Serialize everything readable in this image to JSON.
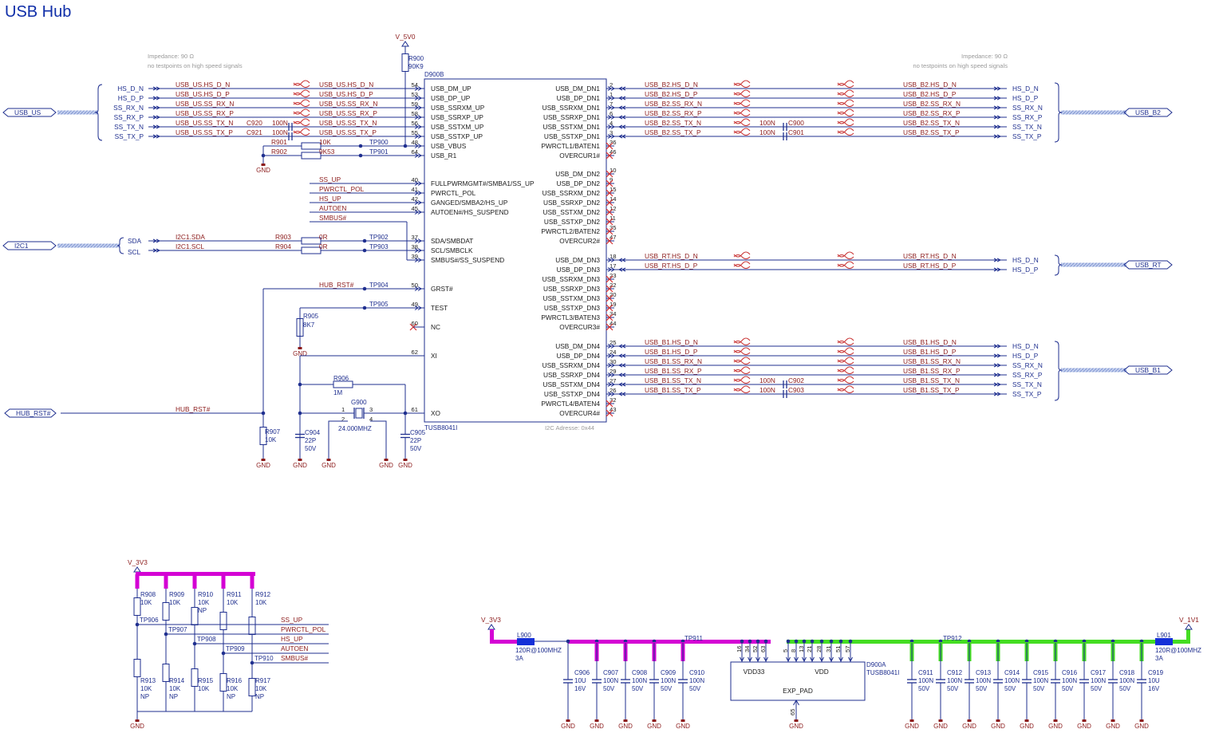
{
  "title": "USB Hub",
  "ic": {
    "refB": "D900B",
    "partB": "TUSB8041I",
    "i2c_addr": "I2C Adresse: 0x44",
    "refA": "D900A",
    "partA": "TUSB8041I",
    "pwr_vdd33": "VDD33",
    "pwr_vdd": "VDD",
    "pwr_exp": "EXP_PAD"
  },
  "notes": {
    "left_impedance": "Impedance: 90 Ω",
    "left_testpoints": "no testpoints on high speed signals",
    "right_impedance": "Impedance: 90 Ω",
    "right_testpoints": "no testpoints on high speed signals"
  },
  "rails": {
    "v5": "V_5V0",
    "v3_left": "V_3V3",
    "v3_bottom": "V_3V3",
    "v1": "V_1V1",
    "gnd": "GND"
  },
  "left_pins": [
    {
      "num": "54",
      "name": "USB_DM_UP"
    },
    {
      "num": "53",
      "name": "USB_DP_UP"
    },
    {
      "num": "59",
      "name": "USB_SSRXM_UP"
    },
    {
      "num": "58",
      "name": "USB_SSRXP_UP"
    },
    {
      "num": "56",
      "name": "USB_SSTXM_UP"
    },
    {
      "num": "55",
      "name": "USB_SSTXP_UP"
    },
    {
      "num": "48",
      "name": "USB_VBUS"
    },
    {
      "num": "64",
      "name": "USB_R1"
    },
    {
      "num": "40",
      "name": "FULLPWRMGMT#/SMBA1/SS_UP"
    },
    {
      "num": "41",
      "name": "PWRCTL_POL"
    },
    {
      "num": "42",
      "name": "GANGED/SMBA2/HS_UP"
    },
    {
      "num": "45",
      "name": "AUTOEN#/HS_SUSPEND"
    },
    {
      "num": "37",
      "name": "SDA/SMBDAT"
    },
    {
      "num": "38",
      "name": "SCL/SMBCLK"
    },
    {
      "num": "39",
      "name": "SMBUS#/SS_SUSPEND"
    },
    {
      "num": "50",
      "name": "GRST#"
    },
    {
      "num": "49",
      "name": "TEST"
    },
    {
      "num": "60",
      "name": "NC"
    },
    {
      "num": "62",
      "name": "XI"
    },
    {
      "num": "61",
      "name": "XO"
    }
  ],
  "right_pins": [
    {
      "num": "2",
      "name": "USB_DM_DN1"
    },
    {
      "num": "1",
      "name": "USB_DP_DN1"
    },
    {
      "num": "7",
      "name": "USB_SSRXM_DN1"
    },
    {
      "num": "6",
      "name": "USB_SSRXP_DN1"
    },
    {
      "num": "4",
      "name": "USB_SSTXM_DN1"
    },
    {
      "num": "3",
      "name": "USB_SSTXP_DN1"
    },
    {
      "num": "36",
      "name": "PWRCTL1/BATEN1"
    },
    {
      "num": "46",
      "name": "OVERCUR1#"
    },
    {
      "num": "10",
      "name": "USB_DM_DN2"
    },
    {
      "num": "9",
      "name": "USB_DP_DN2"
    },
    {
      "num": "15",
      "name": "USB_SSRXM_DN2"
    },
    {
      "num": "14",
      "name": "USB_SSRXP_DN2"
    },
    {
      "num": "12",
      "name": "USB_SSTXM_DN2"
    },
    {
      "num": "11",
      "name": "USB_SSTXP_DN2"
    },
    {
      "num": "35",
      "name": "PWRCTL2/BATEN2"
    },
    {
      "num": "47",
      "name": "OVERCUR2#"
    },
    {
      "num": "18",
      "name": "USB_DM_DN3"
    },
    {
      "num": "17",
      "name": "USB_DP_DN3"
    },
    {
      "num": "23",
      "name": "USB_SSRXM_DN3"
    },
    {
      "num": "22",
      "name": "USB_SSRXP_DN3"
    },
    {
      "num": "20",
      "name": "USB_SSTXM_DN3"
    },
    {
      "num": "19",
      "name": "USB_SSTXP_DN3"
    },
    {
      "num": "34",
      "name": "PWRCTL3/BATEN3"
    },
    {
      "num": "44",
      "name": "OVERCUR3#"
    },
    {
      "num": "25",
      "name": "USB_DM_DN4"
    },
    {
      "num": "24",
      "name": "USB_DP_DN4"
    },
    {
      "num": "30",
      "name": "USB_SSRXM_DN4"
    },
    {
      "num": "29",
      "name": "USB_SSRXP_DN4"
    },
    {
      "num": "27",
      "name": "USB_SSTXM_DN4"
    },
    {
      "num": "26",
      "name": "USB_SSTXP_DN4"
    },
    {
      "num": "32",
      "name": "PWRCTL4/BATEN4"
    },
    {
      "num": "43",
      "name": "OVERCUR4#"
    }
  ],
  "us_bus": {
    "label": "USB_US",
    "lines": [
      {
        "conn": "HS_D_N",
        "net": "USB_US.HS_D_N",
        "net2": "USB_US.HS_D_N"
      },
      {
        "conn": "HS_D_P",
        "net": "USB_US.HS_D_P",
        "net2": "USB_US.HS_D_P"
      },
      {
        "conn": "SS_RX_N",
        "net": "USB_US.SS_RX_N",
        "net2": "USB_US.SS_RX_N"
      },
      {
        "conn": "SS_RX_P",
        "net": "USB_US.SS_RX_P",
        "net2": "USB_US.SS_RX_P"
      },
      {
        "conn": "SS_TX_N",
        "net": "USB_US.SS_TX_N",
        "net2": "USB_US.SS_TX_N"
      },
      {
        "conn": "SS_TX_P",
        "net": "USB_US.SS_TX_P",
        "net2": "USB_US.SS_TX_P"
      }
    ]
  },
  "b2_bus": {
    "label": "USB_B2",
    "lines": [
      {
        "conn": "HS_D_N",
        "net": "USB_B2.HS_D_N",
        "net2": "USB_B2.HS_D_N"
      },
      {
        "conn": "HS_D_P",
        "net": "USB_B2.HS_D_P",
        "net2": "USB_B2.HS_D_P"
      },
      {
        "conn": "SS_RX_N",
        "net": "USB_B2.SS_RX_N",
        "net2": "USB_B2.SS_RX_N"
      },
      {
        "conn": "SS_RX_P",
        "net": "USB_B2.SS_RX_P",
        "net2": "USB_B2.SS_RX_P"
      },
      {
        "conn": "SS_TX_N",
        "net": "USB_B2.SS_TX_N",
        "net2": "USB_B2.SS_TX_N"
      },
      {
        "conn": "SS_TX_P",
        "net": "USB_B2.SS_TX_P",
        "net2": "USB_B2.SS_TX_P"
      }
    ]
  },
  "rt_bus": {
    "label": "USB_RT",
    "lines": [
      {
        "conn": "HS_D_N",
        "net": "USB_RT.HS_D_N",
        "net2": "USB_RT.HS_D_N"
      },
      {
        "conn": "HS_D_P",
        "net": "USB_RT.HS_D_P",
        "net2": "USB_RT.HS_D_P"
      }
    ]
  },
  "b1_bus": {
    "label": "USB_B1",
    "lines": [
      {
        "conn": "HS_D_N",
        "net": "USB_B1.HS_D_N",
        "net2": "USB_B1.HS_D_N"
      },
      {
        "conn": "HS_D_P",
        "net": "USB_B1.HS_D_P",
        "net2": "USB_B1.HS_D_P"
      },
      {
        "conn": "SS_RX_N",
        "net": "USB_B1.SS_RX_N",
        "net2": "USB_B1.SS_RX_N"
      },
      {
        "conn": "SS_RX_P",
        "net": "USB_B1.SS_RX_P",
        "net2": "USB_B1.SS_RX_P"
      },
      {
        "conn": "SS_TX_N",
        "net": "USB_B1.SS_TX_N",
        "net2": "USB_B1.SS_TX_N"
      },
      {
        "conn": "SS_TX_P",
        "net": "USB_B1.SS_TX_P",
        "net2": "USB_B1.SS_TX_P"
      }
    ]
  },
  "i2c": {
    "label": "I2C1",
    "sda": "SDA",
    "scl": "SCL",
    "sda_net": "I2C1.SDA",
    "scl_net": "I2C1.SCL",
    "r_sda": "R903",
    "r_sda_val": "0R",
    "r_scl": "R904",
    "r_scl_val": "0R",
    "tp_sda": "TP902",
    "tp_scl": "TP903"
  },
  "strap_nets": {
    "ss_up": "SS_UP",
    "pwrctl_pol": "PWRCTL_POL",
    "hs_up": "HS_UP",
    "autoen": "AUTOEN",
    "smbus": "SMBUS#"
  },
  "hub_rst": {
    "port": "HUB_RST#",
    "net": "HUB_RST#",
    "net2": "HUB_RST#",
    "tp": "TP904",
    "r": "R907",
    "rv": "10K"
  },
  "parts": {
    "r900": "R900",
    "r900v": "90K9",
    "r901": "R901",
    "r901v": "10K",
    "r902": "R902",
    "r902v": "9K53",
    "tp900": "TP900",
    "tp901": "TP901",
    "c920": "C920",
    "c921": "C921",
    "c92v1": "100N",
    "c92v2": "100N",
    "c900": "C900",
    "c901": "C901",
    "c900v": "100N",
    "c901v": "100N",
    "c902": "C902",
    "c903": "C903",
    "c902v": "100N",
    "c903v": "100N",
    "tp905": "TP905",
    "r905": "R905",
    "r905v": "8K7",
    "r906": "R906",
    "r906v": "1M",
    "g900": "G900",
    "g900v": "24.000MHZ",
    "g900p1": "1",
    "g900p2": "2",
    "g900p3": "3",
    "g900p4": "4",
    "c904": "C904",
    "c904v1": "22P",
    "c904v2": "50V",
    "c905": "C905",
    "c905v1": "22P",
    "c905v2": "50V"
  },
  "strap_bank": {
    "pullups": [
      {
        "ref": "R908",
        "val": "10K",
        "np": ""
      },
      {
        "ref": "R909",
        "val": "10K",
        "np": ""
      },
      {
        "ref": "R910",
        "val": "10K",
        "np": "NP"
      },
      {
        "ref": "R911",
        "val": "10K",
        "np": ""
      },
      {
        "ref": "R912",
        "val": "10K",
        "np": ""
      }
    ],
    "pulldowns": [
      {
        "ref": "R913",
        "val": "10K",
        "np": "NP"
      },
      {
        "ref": "R914",
        "val": "10K",
        "np": "NP"
      },
      {
        "ref": "R915",
        "val": "10K",
        "np": ""
      },
      {
        "ref": "R916",
        "val": "10K",
        "np": "NP"
      },
      {
        "ref": "R917",
        "val": "10K",
        "np": "NP"
      }
    ],
    "tps": [
      "TP906",
      "TP907",
      "TP908",
      "TP909",
      "TP910"
    ],
    "nets": [
      "SS_UP",
      "PWRCTL_POL",
      "HS_UP",
      "AUTOEN",
      "SMBUS#"
    ]
  },
  "power": {
    "l900": "L900",
    "l900v": "120R@100MHZ",
    "l900a": "3A",
    "l901": "L901",
    "l901v": "120R@100MHZ",
    "l901a": "3A",
    "tp911": "TP911",
    "tp912": "TP912",
    "vdd33_pins": [
      "16",
      "34",
      "52",
      "63"
    ],
    "vdd_pins": [
      "5",
      "8",
      "13",
      "21",
      "28",
      "31",
      "51",
      "57"
    ],
    "exp_pin": "65",
    "caps_left": [
      {
        "ref": "C906",
        "v1": "10U",
        "v2": "16V"
      },
      {
        "ref": "C907",
        "v1": "100N",
        "v2": "50V"
      },
      {
        "ref": "C908",
        "v1": "100N",
        "v2": "50V"
      },
      {
        "ref": "C909",
        "v1": "100N",
        "v2": "50V"
      },
      {
        "ref": "C910",
        "v1": "100N",
        "v2": "50V"
      }
    ],
    "caps_right": [
      {
        "ref": "C911",
        "v1": "100N",
        "v2": "50V"
      },
      {
        "ref": "C912",
        "v1": "100N",
        "v2": "50V"
      },
      {
        "ref": "C913",
        "v1": "100N",
        "v2": "50V"
      },
      {
        "ref": "C914",
        "v1": "100N",
        "v2": "50V"
      },
      {
        "ref": "C915",
        "v1": "100N",
        "v2": "50V"
      },
      {
        "ref": "C916",
        "v1": "100N",
        "v2": "50V"
      },
      {
        "ref": "C917",
        "v1": "100N",
        "v2": "50V"
      },
      {
        "ref": "C918",
        "v1": "100N",
        "v2": "50V"
      },
      {
        "ref": "C919",
        "v1": "10U",
        "v2": "16V"
      }
    ]
  },
  "colors": {
    "wire": "#1f2f8f",
    "net": "#8b1a1a",
    "nc": "#d43030",
    "rail33": "#d400d4",
    "rail11": "#44dd22",
    "port_fill": "#c6d6ee",
    "port_rst": "#f3f08c",
    "bus": "#9aaedd"
  }
}
